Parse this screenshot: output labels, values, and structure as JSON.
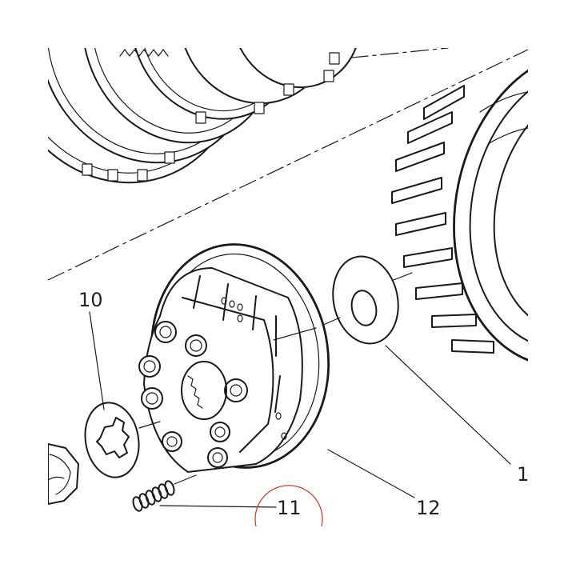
{
  "callouts": {
    "washer_ring": "10",
    "spring": "11",
    "clutch_hub": "12",
    "thrust_washer": "1"
  },
  "colors": {
    "line": "#1a1a1a",
    "background": "#ffffff",
    "highlight_circle": "#c0392b"
  }
}
